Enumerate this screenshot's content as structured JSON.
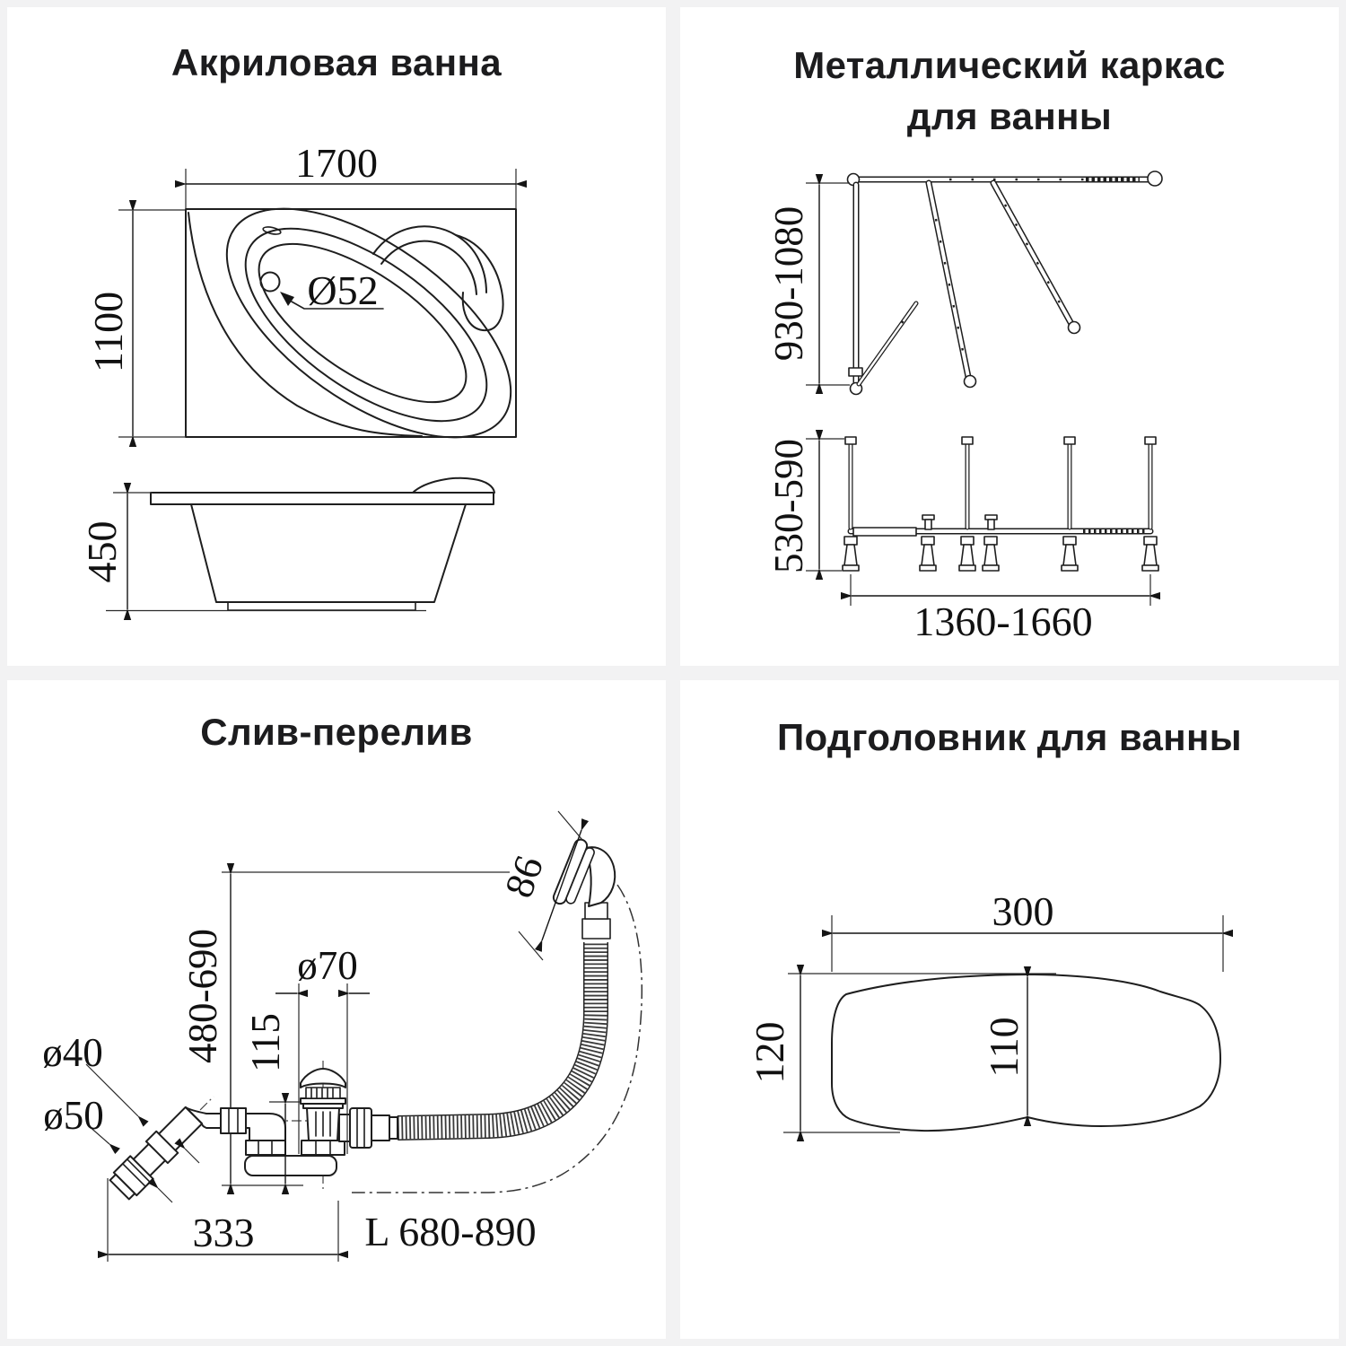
{
  "page": {
    "background": "#f2f2f3",
    "panel_background": "#ffffff",
    "line_color": "#1e1e1e",
    "dimension_text_color": "#111111",
    "title_color": "#1c1c1e"
  },
  "panels": {
    "acrylic_bath": {
      "title": "Акриловая ванна",
      "dims": {
        "width": "1700",
        "depth": "1100",
        "drain_diameter": "Ø52",
        "height": "450"
      }
    },
    "metal_frame": {
      "title_line1": "Металлический каркас",
      "title_line2": "для ванны",
      "dims": {
        "height_range": "930-1080",
        "base_height_range": "530-590",
        "length_range": "1360-1660"
      }
    },
    "drain_overflow": {
      "title": "Слив-перелив",
      "dims": {
        "overflow_diameter": "86",
        "height_range": "480-690",
        "cap_diameter": "ø70",
        "body_height": "115",
        "outlet_diameter_small": "ø40",
        "outlet_diameter_large": "ø50",
        "base_width": "333",
        "hose_length": "L 680-890"
      }
    },
    "headrest": {
      "title": "Подголовник для ванны",
      "dims": {
        "width": "300",
        "height": "120",
        "inner_height": "110"
      }
    }
  }
}
